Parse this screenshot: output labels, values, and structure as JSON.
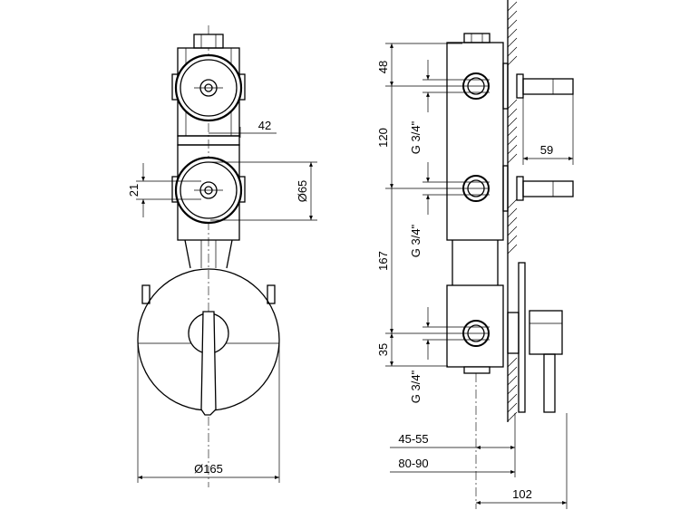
{
  "front_view": {
    "dim_offset": "42",
    "dim_hole": "21",
    "dim_outlet_diameter": "Ø65",
    "dim_plate_diameter": "Ø165"
  },
  "side_view": {
    "dim_top": "48",
    "dim_upper_spacing": "120",
    "dim_lower_spacing": "167",
    "dim_bottom": "35",
    "thread_1": "G 3/4\"",
    "thread_2": "G 3/4\"",
    "thread_3": "G 3/4\"",
    "dim_outlet_length": "59",
    "dim_depth_short": "45-55",
    "dim_depth_long": "80-90",
    "dim_total": "102"
  },
  "colors": {
    "line": "#000000",
    "background": "#ffffff"
  }
}
